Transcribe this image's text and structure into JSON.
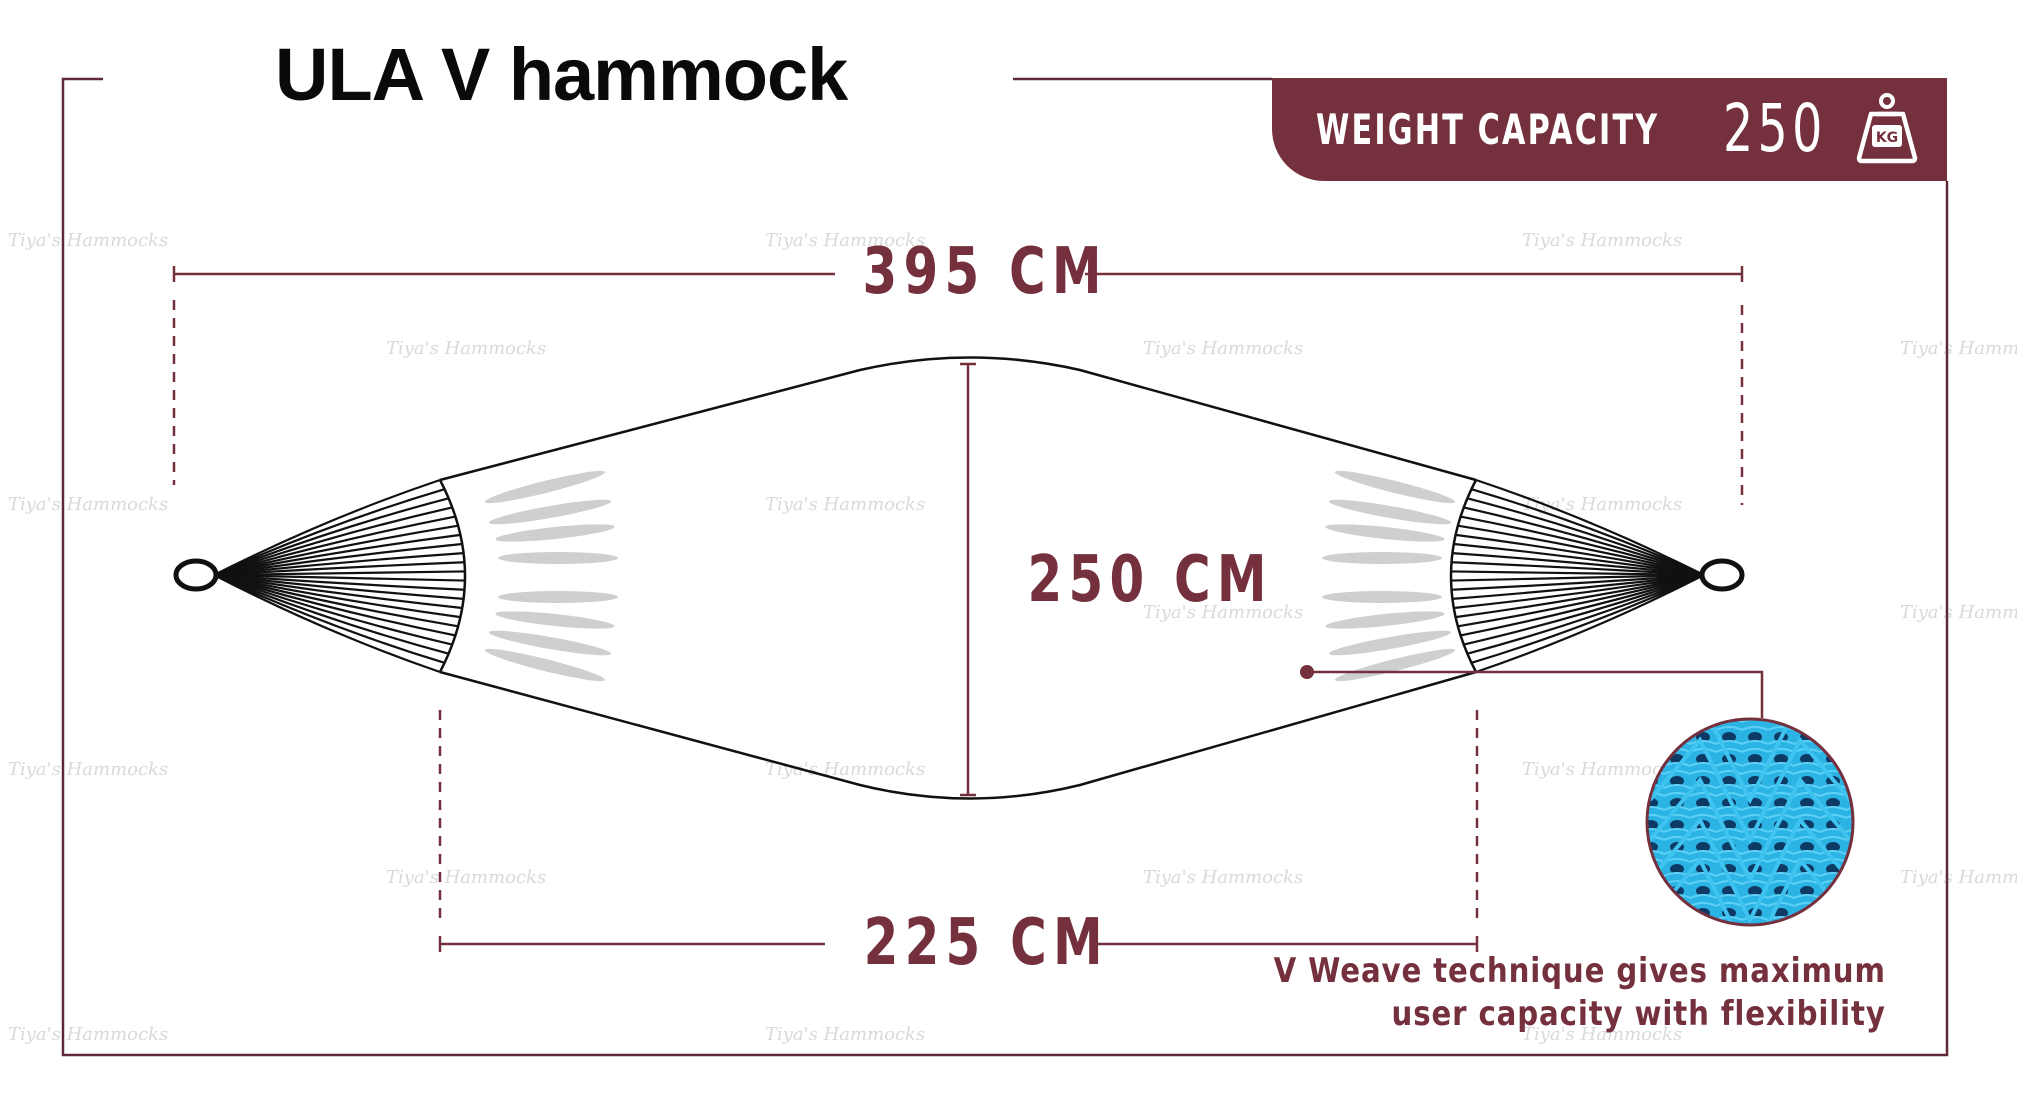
{
  "title": "ULA V hammock",
  "badge": {
    "label": "WEIGHT CAPACITY",
    "value": "250",
    "icon": "kettlebell-weight-icon",
    "icon_text": "KG",
    "color": "#75303d"
  },
  "dimensions": {
    "length_total": "395 CM",
    "width": "250 CM",
    "length_bed": "225 CM"
  },
  "callout": {
    "line1": "V Weave technique gives maximum",
    "line2": "user capacity with flexibility",
    "swatch": "blue-woven-fabric-closeup"
  },
  "watermark": "Tiya's Hammocks",
  "colors": {
    "accent": "#75303d",
    "line": "#111111",
    "fabric_light": "#2bb3e3",
    "fabric_dark": "#0e3a66",
    "shadow_leaf": "#cfcfcf"
  }
}
